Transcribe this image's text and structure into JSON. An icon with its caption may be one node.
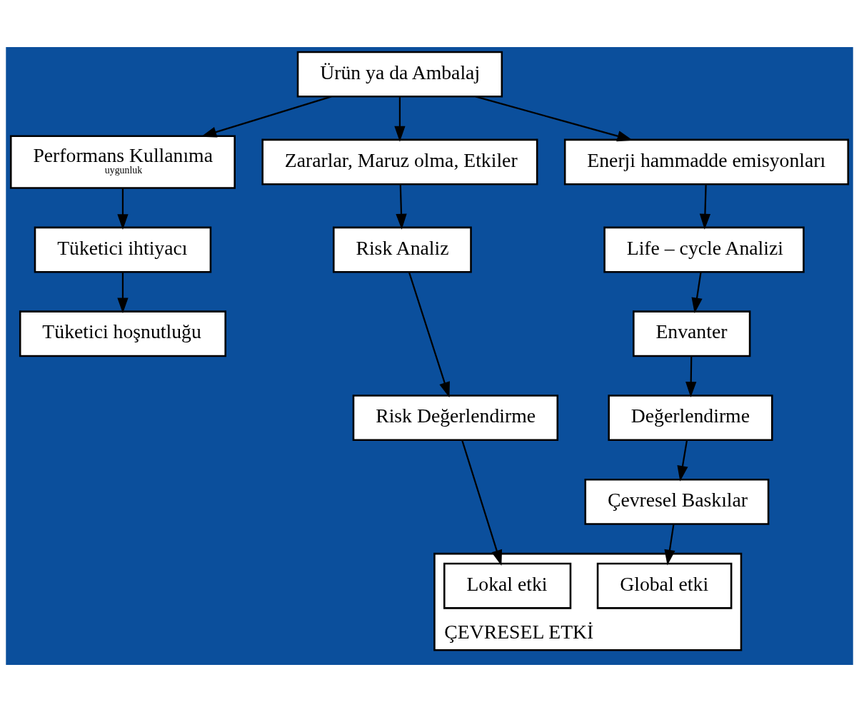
{
  "diagram": {
    "nodes": [
      {
        "text": [
          "Ürün ya da Ambalaj"
        ]
      },
      {
        "text": [
          "Performans Kullanıma",
          "uygunluk"
        ]
      },
      {
        "text": [
          "Tüketici ihtiyacı"
        ]
      },
      {
        "text": [
          "Tüketici hoşnutluğu"
        ]
      },
      {
        "text": [
          "Zararlar, Maruz olma, Etkiler"
        ]
      },
      {
        "text": [
          "Enerji hammadde emisyonları"
        ]
      },
      {
        "text": [
          "Risk Analiz"
        ]
      },
      {
        "text": [
          "Life – cycle Analizi"
        ]
      },
      {
        "text": [
          "Envanter"
        ]
      },
      {
        "text": [
          "Risk Değerlendirme"
        ]
      },
      {
        "text": [
          "Değerlendirme"
        ]
      },
      {
        "text": [
          "Çevresel Baskılar"
        ]
      },
      {
        "text": [
          "ÇEVRESEL ETKİ"
        ]
      },
      {
        "text": [
          "Lokal etki"
        ],
        "in": 12
      },
      {
        "text": [
          "Global etki"
        ],
        "in": 12
      }
    ],
    "edges": [
      {
        "from": 0,
        "to": 1,
        "arrow": "to"
      },
      {
        "from": 0,
        "to": 4,
        "arrow": "to"
      },
      {
        "from": 0,
        "to": 5,
        "arrow": "to"
      },
      {
        "from": 1,
        "to": 2,
        "arrow": "to"
      },
      {
        "from": 2,
        "to": 3,
        "arrow": "to"
      },
      {
        "from": 4,
        "to": 6,
        "arrow": "to"
      },
      {
        "from": 5,
        "to": 7,
        "arrow": "to"
      },
      {
        "from": 6,
        "to": 9,
        "arrow": "to"
      },
      {
        "from": 7,
        "to": 8,
        "arrow": "to"
      },
      {
        "from": 8,
        "to": 10,
        "arrow": "to"
      },
      {
        "from": 9,
        "to": 13,
        "arrow": "to"
      },
      {
        "from": 10,
        "to": 11,
        "arrow": "to"
      },
      {
        "from": 11,
        "to": 14,
        "arrow": "to"
      }
    ]
  }
}
